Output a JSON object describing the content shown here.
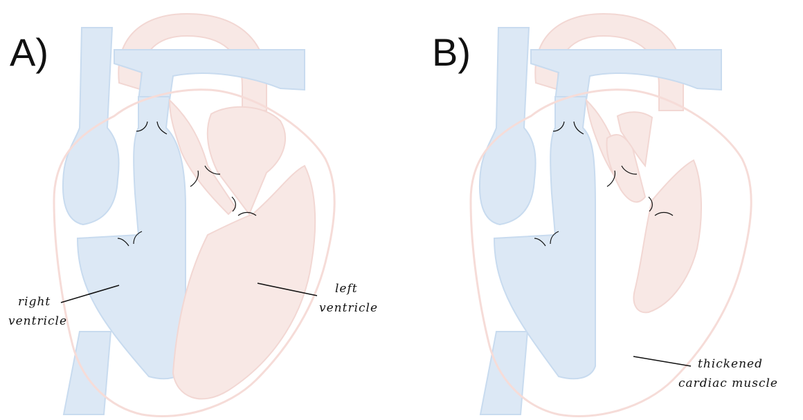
{
  "panels": {
    "a": {
      "label": "A)",
      "annotations": {
        "right_ventricle": [
          "right",
          "ventricle"
        ],
        "left_ventricle": [
          "left",
          "ventricle"
        ]
      }
    },
    "b": {
      "label": "B)",
      "annotations": {
        "thickened_muscle": [
          "thickened",
          "cardiac muscle"
        ]
      }
    }
  },
  "colors": {
    "deoxygenated": "#dce8f5",
    "oxygenated": "#f8e8e5",
    "pericardium": "#f6dcd8"
  }
}
